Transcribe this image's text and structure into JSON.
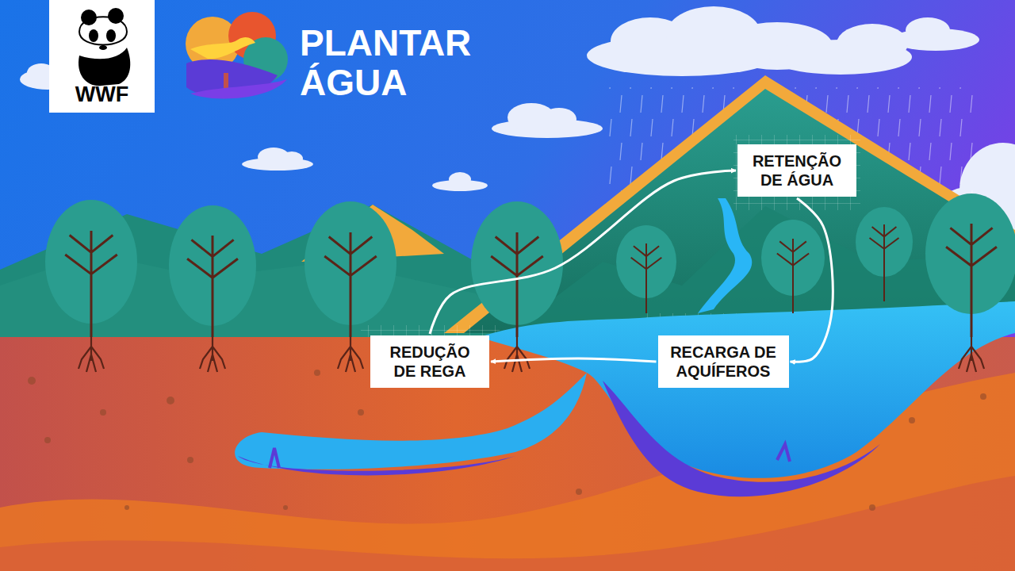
{
  "diagram": {
    "title": "PLANTAR ÁGUA",
    "nodes": [
      {
        "text": [
          "RETENÇÃO DE ÁGUA"
        ]
      },
      {
        "text": [
          "REDUÇÃO DE REGA"
        ]
      },
      {
        "text": [
          "RECARGA DE AQUÍFEROS"
        ]
      }
    ],
    "edges": [
      {
        "from": 1,
        "to": 0,
        "arrow": "to"
      },
      {
        "from": 0,
        "to": 2,
        "arrow": "to"
      },
      {
        "from": 2,
        "to": 1,
        "arrow": "to"
      }
    ],
    "labels": [
      "WWF"
    ]
  }
}
